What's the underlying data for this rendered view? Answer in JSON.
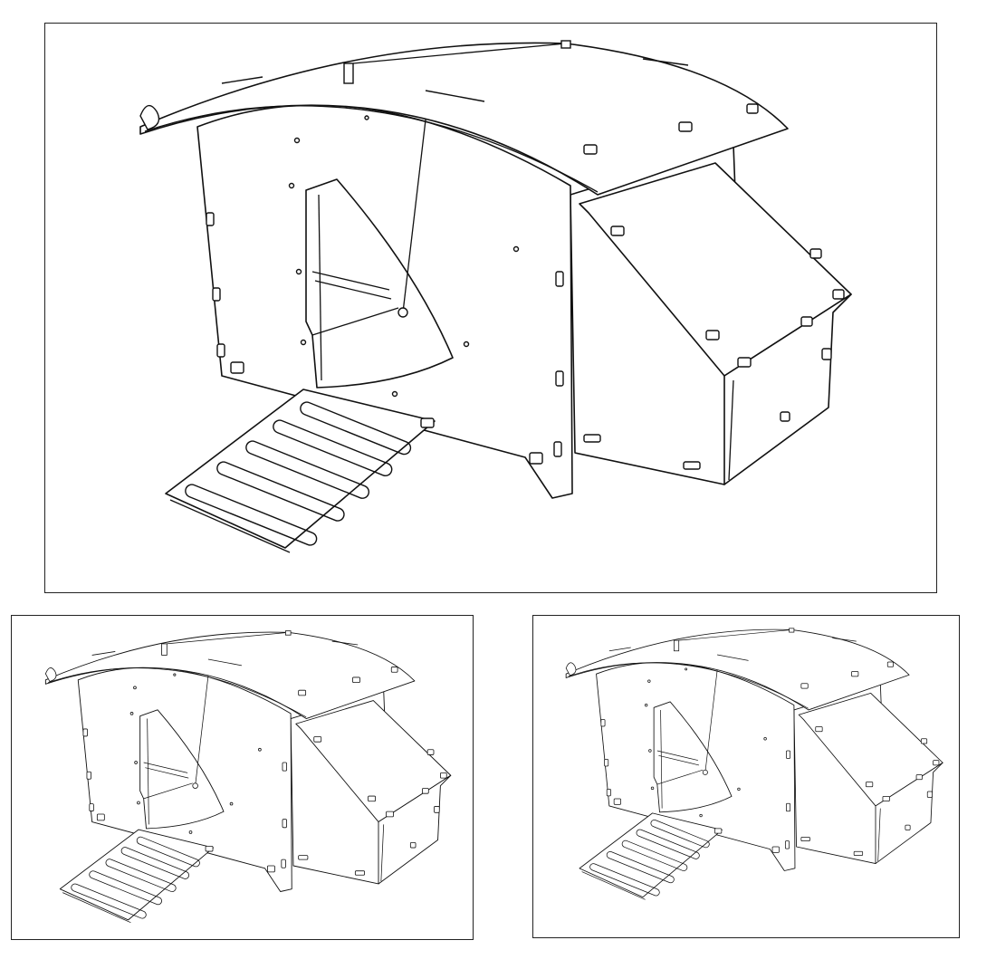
{
  "figure": {
    "panels": [
      {
        "view": "main-isometric"
      },
      {
        "view": "left-isometric"
      },
      {
        "view": "right-isometric"
      }
    ],
    "colors": {
      "line": "#111111",
      "background": "#ffffff",
      "frame": "#222222"
    }
  }
}
